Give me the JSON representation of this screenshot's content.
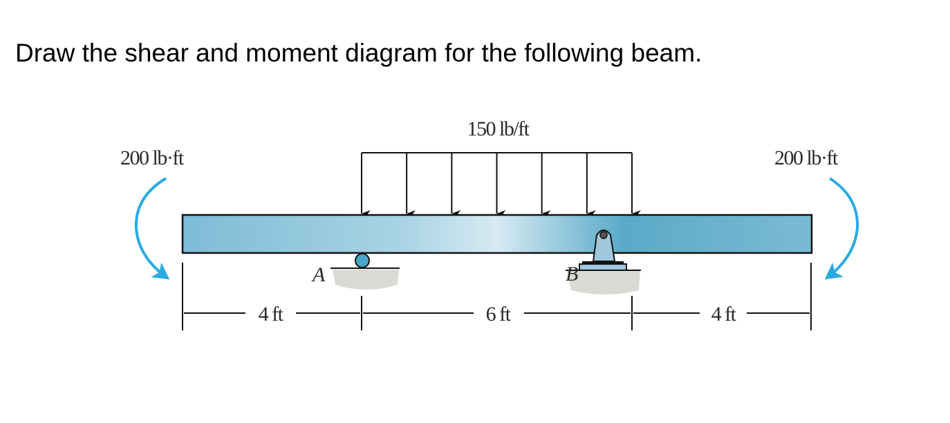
{
  "problem": {
    "prompt": "Draw the shear and moment diagram for the following beam."
  },
  "figure": {
    "distributed_load_label": "150 lb/ft",
    "left_moment_label": "200 lb·ft",
    "right_moment_label": "200 lb·ft",
    "support_a_label": "A",
    "support_b_label": "B",
    "dimensions": [
      "4 ft",
      "6 ft",
      "4 ft"
    ],
    "colors": {
      "beam": "#6fb3cf",
      "moment_arrow": "#29abe2",
      "support": "#9fc8dc"
    }
  }
}
